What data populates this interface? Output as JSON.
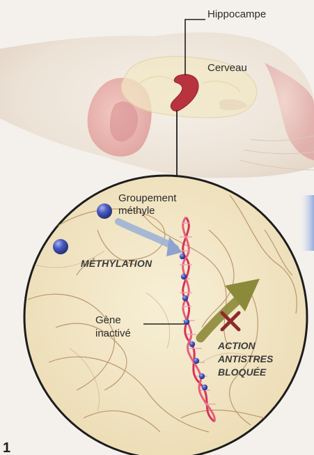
{
  "labels": {
    "hippocampe": "Hippocampe",
    "cerveau": "Cerveau",
    "groupement_line1": "Groupement",
    "groupement_line2": "méthyle",
    "methylation": "MÉTHYLATION",
    "gene_line1": "Gène",
    "gene_line2": "inactivé",
    "action_line1": "ACTION",
    "action_line2": "ANTISTRES",
    "action_line3": "BLOQUÉE",
    "figure_number": "1"
  },
  "colors": {
    "background": "#f4f1ec",
    "mouse_fur": "#efe7df",
    "ear": "#e9b9b4",
    "brain": "#f2e7c5",
    "hippocampus": "#b8333e",
    "dish_fill": "#f3e8c9",
    "dish_outline": "#1d1d1d",
    "dna_strand": "#d6325a",
    "methyl_group": "#3a4dad",
    "methylation_arrow": "#9fb2d6",
    "action_arrow": "#8a8a3a",
    "blocked_cross": "#8e2a2a"
  }
}
